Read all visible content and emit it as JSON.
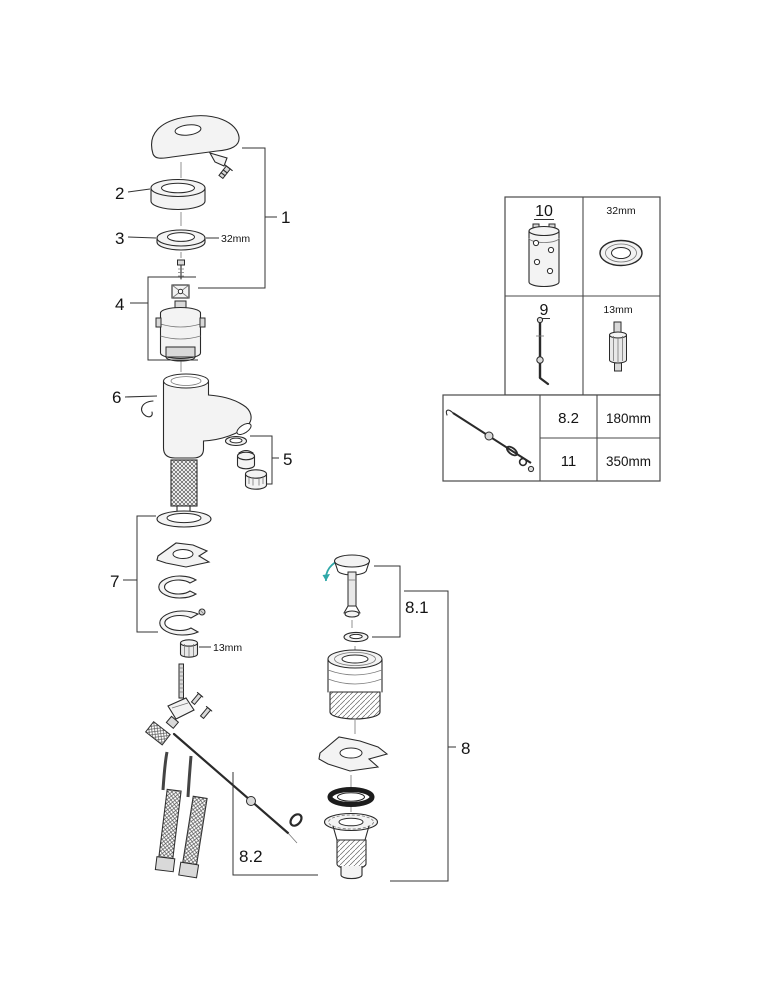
{
  "page": {
    "background": "#ffffff"
  },
  "diagram": {
    "callouts": {
      "c1": "1",
      "c2": "2",
      "c3": "3",
      "c4": "4",
      "c5": "5",
      "c6": "6",
      "c7": "7",
      "c8": "8",
      "c8_1": "8.1",
      "c8_2": "8.2"
    },
    "dims": {
      "cap_ring": "32mm",
      "nut": "13mm"
    },
    "accent_color": "#2fa8a8"
  },
  "parts_key": {
    "cartridge": {
      "id": "10",
      "dim": "32mm"
    },
    "rod": {
      "id": "9",
      "dim": "13mm"
    }
  },
  "length_key": {
    "rows": [
      {
        "id": "8.2",
        "length": "180mm"
      },
      {
        "id": "11",
        "length": "350mm"
      }
    ]
  }
}
